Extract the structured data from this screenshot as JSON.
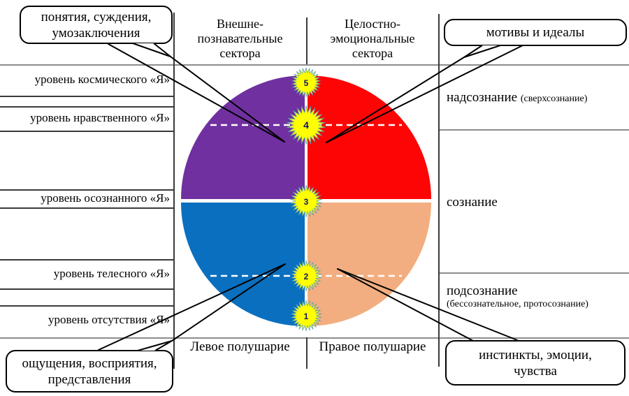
{
  "sectors": {
    "left": "Внешне-\nпознавательные\nсектора",
    "right": "Целостно-\nэмоциональные\nсектора"
  },
  "levels": [
    "уровень космического «Я»",
    "уровень нравственного «Я»",
    "уровень осознанного «Я»",
    "уровень телесного «Я»",
    "уровень отсутствия «Я»"
  ],
  "consciousness": {
    "super": "надсознание",
    "super_note": "(сверхсознание)",
    "conscious": "сознание",
    "sub": "подсознание",
    "sub_note": "(бессознательное, протосознание)"
  },
  "hemispheres": {
    "left": "Левое полушарие",
    "right": "Правое полушарие"
  },
  "callouts": {
    "top_left": {
      "line1": "понятия, суждения,",
      "line2": "умозаключения"
    },
    "top_right": {
      "line1": "мотивы и идеалы"
    },
    "bottom_left": {
      "line1": "ощущения, восприятия,",
      "line2": "представления"
    },
    "bottom_right": {
      "line1": "инстинкты, эмоции,",
      "line2": "чувства"
    }
  },
  "badges": [
    "5",
    "4",
    "3",
    "2",
    "1"
  ],
  "colors": {
    "quad_top_left": "#7030A0",
    "quad_top_right": "#FE0505",
    "quad_bottom_left": "#0A6FBE",
    "quad_bottom_right": "#F2AE80",
    "badge_fill": "#FFFF00",
    "badge_spike_tip": "#2E7FA8"
  }
}
